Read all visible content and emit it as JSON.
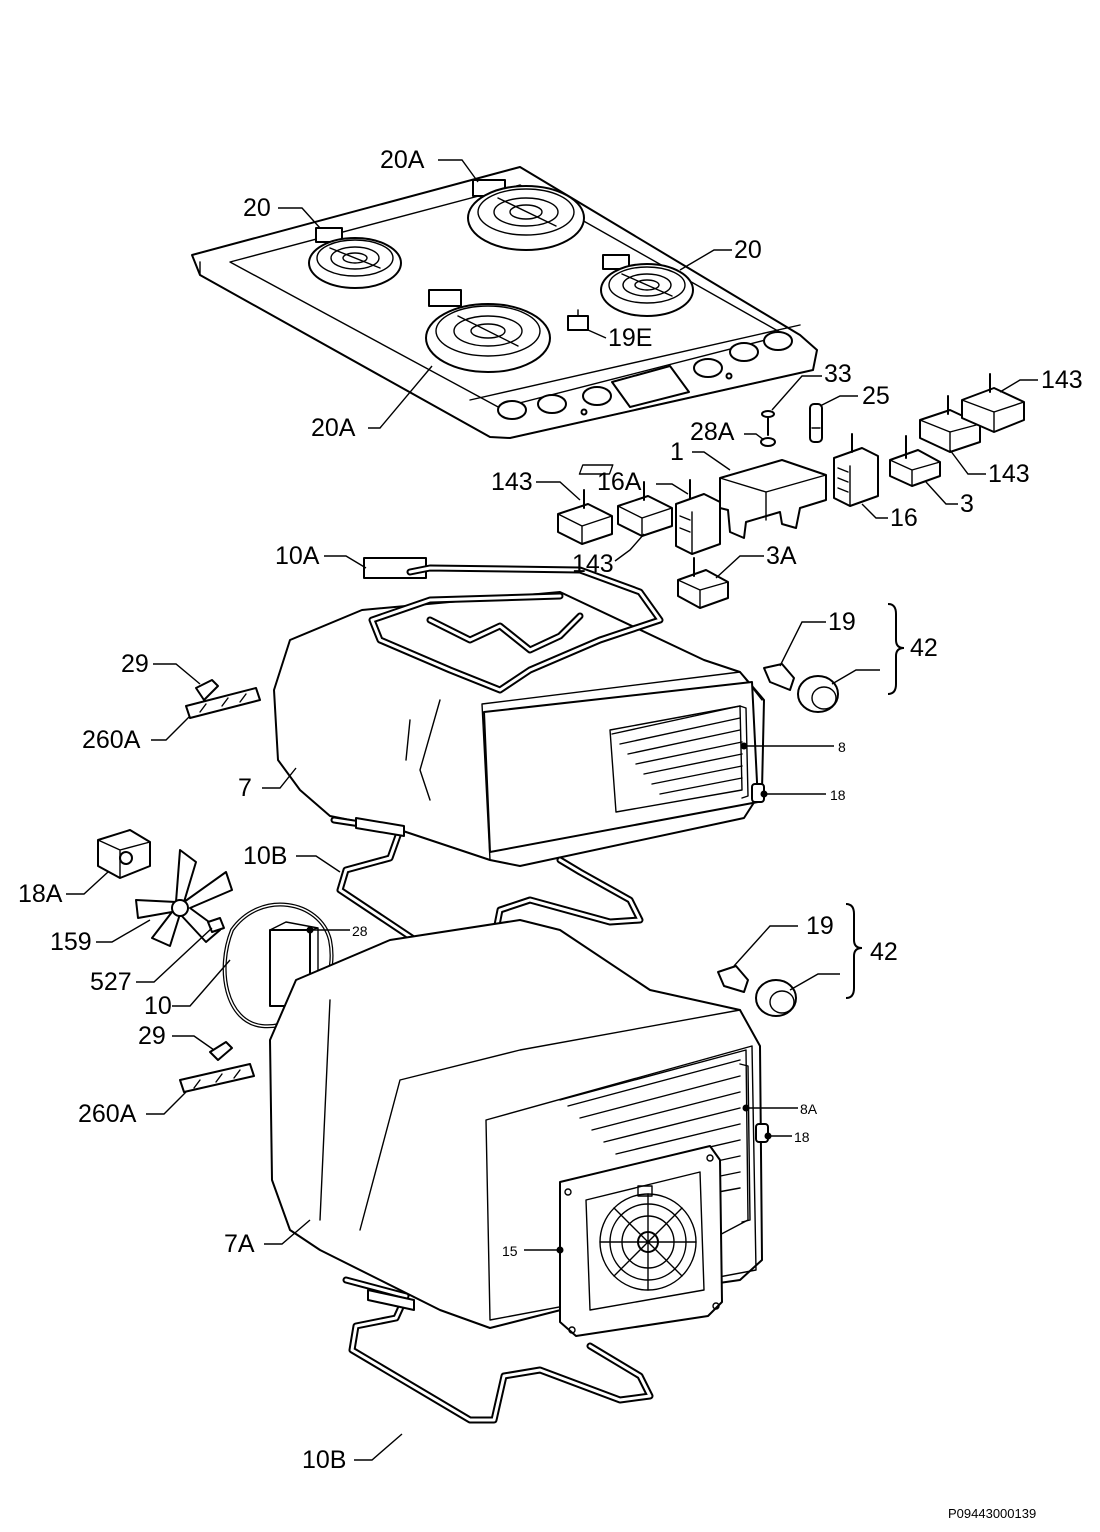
{
  "diagram": {
    "code": "P09443000139",
    "callouts": [
      {
        "id": "20A-top",
        "text": "20A"
      },
      {
        "id": "20-left",
        "text": "20"
      },
      {
        "id": "20-right",
        "text": "20"
      },
      {
        "id": "19E",
        "text": "19E"
      },
      {
        "id": "20A-bottom",
        "text": "20A"
      },
      {
        "id": "33",
        "text": "33"
      },
      {
        "id": "25",
        "text": "25"
      },
      {
        "id": "143-a",
        "text": "143"
      },
      {
        "id": "28A",
        "text": "28A"
      },
      {
        "id": "1",
        "text": "1"
      },
      {
        "id": "143-b",
        "text": "143"
      },
      {
        "id": "16A",
        "text": "16A"
      },
      {
        "id": "143-c",
        "text": "143"
      },
      {
        "id": "143-d",
        "text": "143"
      },
      {
        "id": "3",
        "text": "3"
      },
      {
        "id": "16",
        "text": "16"
      },
      {
        "id": "10A",
        "text": "10A"
      },
      {
        "id": "3A",
        "text": "3A"
      },
      {
        "id": "19-top",
        "text": "19"
      },
      {
        "id": "42-top",
        "text": "42"
      },
      {
        "id": "29-top",
        "text": "29"
      },
      {
        "id": "260A-top",
        "text": "260A"
      },
      {
        "id": "8",
        "text": "8"
      },
      {
        "id": "7",
        "text": "7"
      },
      {
        "id": "18-top",
        "text": "18"
      },
      {
        "id": "10B-top",
        "text": "10B"
      },
      {
        "id": "18A",
        "text": "18A"
      },
      {
        "id": "28",
        "text": "28"
      },
      {
        "id": "19-bottom",
        "text": "19"
      },
      {
        "id": "42-bottom",
        "text": "42"
      },
      {
        "id": "159",
        "text": "159"
      },
      {
        "id": "527",
        "text": "527"
      },
      {
        "id": "10",
        "text": "10"
      },
      {
        "id": "29-bottom",
        "text": "29"
      },
      {
        "id": "260A-bottom",
        "text": "260A"
      },
      {
        "id": "8A",
        "text": "8A"
      },
      {
        "id": "18-bottom",
        "text": "18"
      },
      {
        "id": "7A",
        "text": "7A"
      },
      {
        "id": "15",
        "text": "15"
      },
      {
        "id": "10B-bottom",
        "text": "10B"
      }
    ]
  }
}
